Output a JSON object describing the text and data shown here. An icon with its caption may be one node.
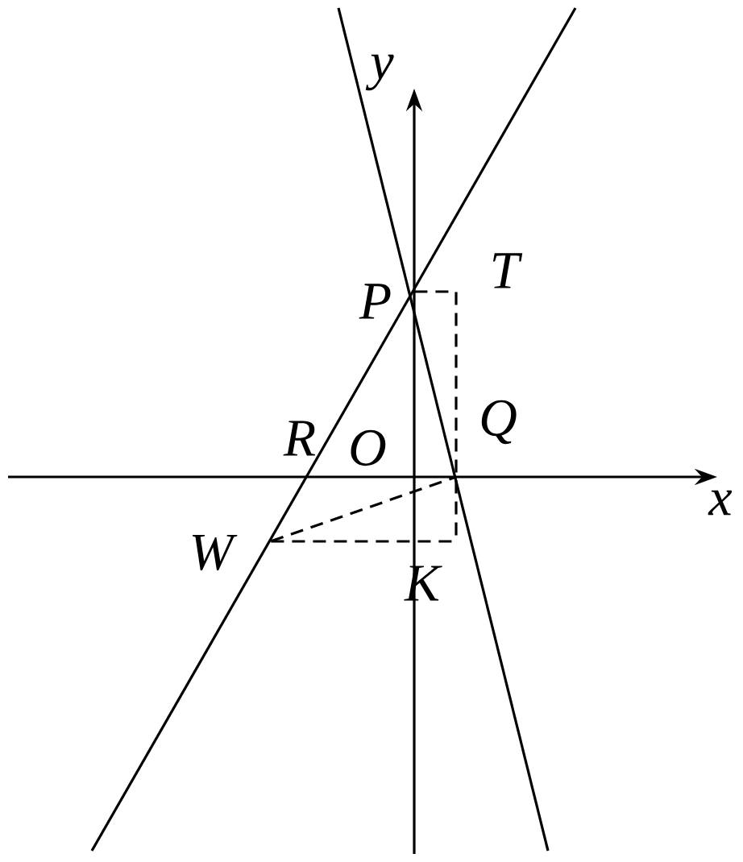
{
  "diagram": {
    "nodes": [
      {
        "text": [
          "P"
        ]
      },
      {
        "text": [
          "T"
        ]
      },
      {
        "text": [
          "Q"
        ]
      },
      {
        "text": [
          "W"
        ]
      },
      {
        "text": [
          "K"
        ]
      }
    ],
    "edges": [
      {
        "from": 0,
        "to": 1,
        "arrow": "none",
        "style": "dashed"
      },
      {
        "from": 1,
        "to": 4,
        "arrow": "none",
        "style": "dashed"
      },
      {
        "from": 3,
        "to": 4,
        "arrow": "none",
        "style": "dashed"
      },
      {
        "from": 3,
        "to": 2,
        "arrow": "none",
        "style": "dashed"
      }
    ],
    "labels": [
      "y",
      "R",
      "O",
      "x"
    ]
  }
}
